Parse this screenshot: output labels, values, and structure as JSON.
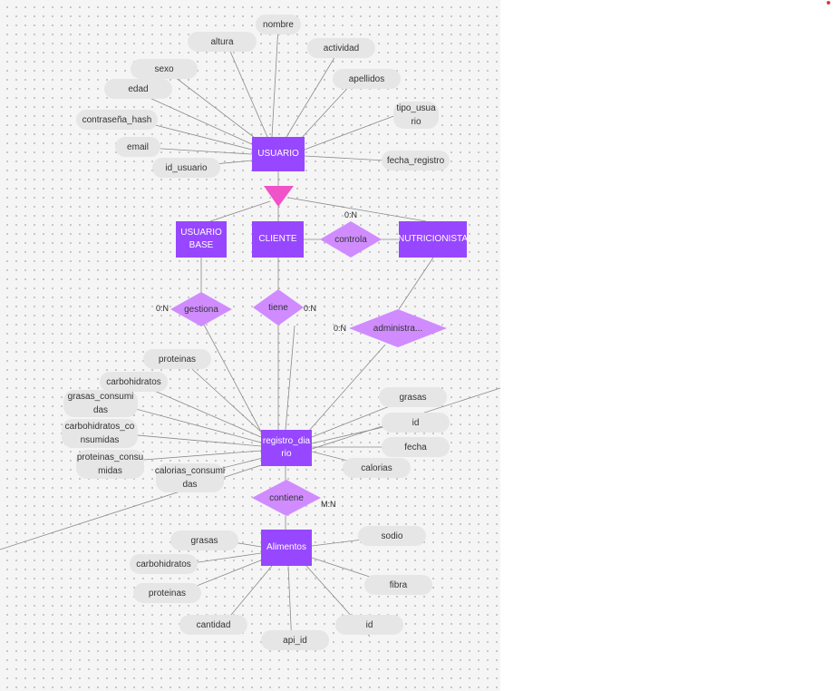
{
  "colors": {
    "entity": "#9747ff",
    "relationship": "#d08cff",
    "specialization": "#f052c8",
    "attribute": "#e6e6e6",
    "line": "#8a8a8a"
  },
  "entities": {
    "usuario": "USUARIO",
    "usuario_base": "USUARIO\nBASE",
    "cliente": "CLIENTE",
    "nutricionista": "NUTRICIONISTA",
    "registro_diario": "registro_dia\nrio",
    "alimentos": "Alimentos"
  },
  "relationships": {
    "controla": "controla",
    "gestiona": "gestiona",
    "tiene": "tiene",
    "administra": "administra...",
    "contiene": "contiene"
  },
  "cardinalities": {
    "controla": "0:N",
    "gestiona": "0:N",
    "tiene": "0:N",
    "administra": "0:N",
    "contiene": "M:N"
  },
  "usuario_attributes": {
    "nombre": "nombre",
    "altura": "altura",
    "actividad": "actividad",
    "sexo": "sexo",
    "apellidos": "apellidos",
    "edad": "edad",
    "tipo_usuario": "tipo_usua\nrio",
    "contrasena_hash": "contraseña_hash",
    "email": "email",
    "id_usuario": "id_usuario",
    "fecha_registro": "fecha_registro"
  },
  "registro_attributes": {
    "proteinas": "proteinas",
    "carbohidratos": "carbohidratos",
    "grasas": "grasas",
    "grasas_consumidas": "grasas_consumi\ndas",
    "id": "id",
    "carbohidratos_consumidas": "carbohidratos_co\nnsumidas",
    "fecha": "fecha",
    "proteinas_consumidas": "proteinas_consu\nmidas",
    "calorias": "calorias",
    "calorias_consumidas": "calorias_consumi\ndas"
  },
  "alimentos_attributes": {
    "sodio": "sodio",
    "grasas": "grasas",
    "carbohidratos": "carbohidratos",
    "fibra": "fibra",
    "proteinas": "proteinas",
    "cantidad": "cantidad",
    "id": "id",
    "api_id": "api_id"
  }
}
